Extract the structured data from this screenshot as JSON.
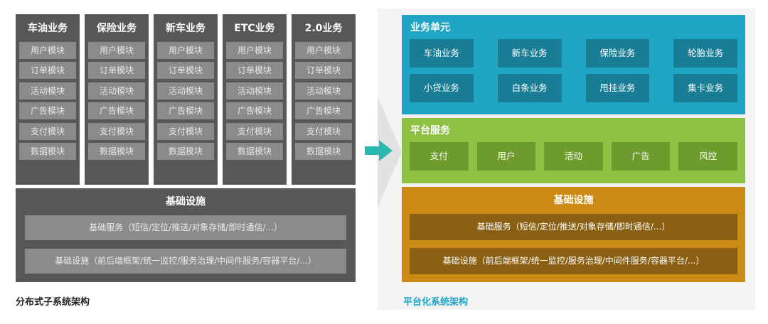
{
  "left": {
    "columns": [
      {
        "title": "车油业务",
        "modules": [
          "用户模块",
          "订单模块",
          "活动模块",
          "广告模块",
          "支付模块",
          "数据模块"
        ]
      },
      {
        "title": "保险业务",
        "modules": [
          "用户模块",
          "订单模块",
          "活动模块",
          "广告模块",
          "支付模块",
          "数据模块"
        ]
      },
      {
        "title": "新车业务",
        "modules": [
          "用户模块",
          "订单模块",
          "活动模块",
          "广告模块",
          "支付模块",
          "数据模块"
        ]
      },
      {
        "title": "ETC业务",
        "modules": [
          "用户模块",
          "订单模块",
          "活动模块",
          "广告模块",
          "支付模块",
          "数据模块"
        ]
      },
      {
        "title": "2.0业务",
        "modules": [
          "用户模块",
          "订单模块",
          "活动模块",
          "广告模块",
          "支付模块",
          "数据模块"
        ]
      }
    ],
    "base": {
      "title": "基础设施",
      "rows": [
        "基础服务（短信/定位/推送/对象存储/即时通信/...）",
        "基础设施（前后端框架/统一监控/服务治理/中间件服务/容器平台/...）"
      ]
    },
    "caption": "分布式子系统架构"
  },
  "right": {
    "business": {
      "title": "业务单元",
      "items": [
        "车油业务",
        "新车业务",
        "保险业务",
        "轮胎业务",
        "小贷业务",
        "白条业务",
        "甩挂业务",
        "集卡业务"
      ]
    },
    "platform": {
      "title": "平台服务",
      "items": [
        "支付",
        "用户",
        "活动",
        "广告",
        "风控"
      ]
    },
    "base": {
      "title": "基础设施",
      "rows": [
        "基础服务（短信/定位/推送/对象存储/即时通信/...）",
        "基础设施（前后端框架/统一监控/服务治理/中间件服务/容器平台/...）"
      ]
    },
    "caption": "平台化系统架构"
  },
  "colors": {
    "left_block": "#575757",
    "left_module": "#8b8b8b",
    "business": "#20a6c4",
    "business_item": "#1a7d96",
    "platform": "#8fc145",
    "platform_item": "#6d9c2c",
    "base": "#cb8a14",
    "base_item": "#8a5f12",
    "arrow": "#2ab7b0",
    "right_caption": "#1ea5c8"
  },
  "icons": {
    "arrow": "arrow-right-icon"
  }
}
